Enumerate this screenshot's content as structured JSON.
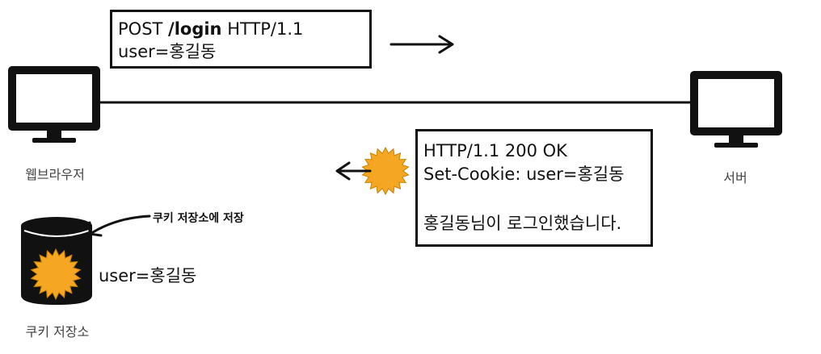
{
  "request": {
    "line1_method": "POST ",
    "line1_path": "/login",
    "line1_protocol": " HTTP/1.1",
    "line2": "user=홍길동"
  },
  "response": {
    "line1": "HTTP/1.1 200 OK",
    "line2": "Set-Cookie: user=홍길동",
    "line3": "홍길동님이 로그인했습니다."
  },
  "browser": {
    "label": "웹브라우저"
  },
  "server": {
    "label": "서버"
  },
  "cookie_store": {
    "label": "쿠키 저장소",
    "annotation": "쿠키 저장소에 저장",
    "value": "user=홍길동"
  },
  "colors": {
    "ink": "#111111",
    "cookie_fill": "#F5A623",
    "cookie_stroke": "#C98200",
    "label_gray": "#444444"
  }
}
